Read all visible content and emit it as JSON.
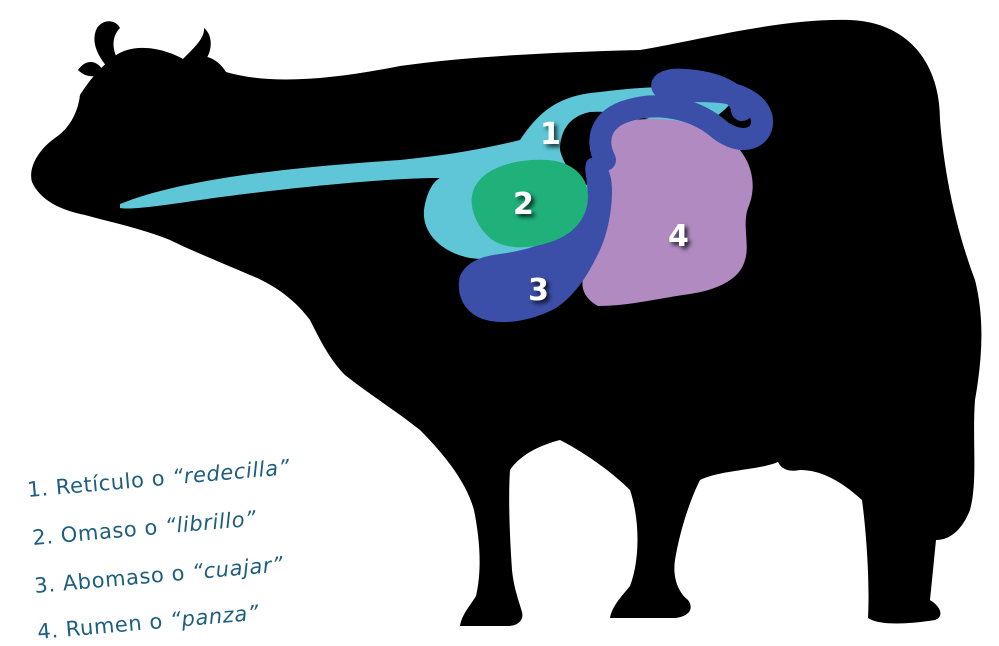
{
  "colors": {
    "background": "#ffffff",
    "silhouette": "#000000",
    "esophagus_reticulum": "#5ec6d6",
    "omasum": "#20b07a",
    "abomasum": "#3b4ea8",
    "rumen": "#b08ac0",
    "number": "#ffffff",
    "legend_text": "#1e5e7e"
  },
  "silhouette": {
    "icon": "cow-silhouette-icon"
  },
  "regions": [
    {
      "id": "reticulo",
      "number": "1",
      "color": "#5ec6d6"
    },
    {
      "id": "omaso",
      "number": "2",
      "color": "#20b07a"
    },
    {
      "id": "abomaso",
      "number": "3",
      "color": "#3b4ea8"
    },
    {
      "id": "rumen",
      "number": "4",
      "color": "#b08ac0"
    }
  ],
  "legend": [
    {
      "prefix": "1. Retículo o ",
      "term": "“redecilla”"
    },
    {
      "prefix": "2. Omaso o ",
      "term": "“librillo”"
    },
    {
      "prefix": "3. Abomaso o ",
      "term": "“cuajar”"
    },
    {
      "prefix": "4. Rumen o ",
      "term": "“panza”"
    }
  ]
}
